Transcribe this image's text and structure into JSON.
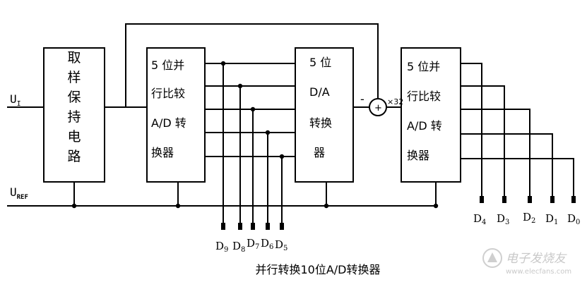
{
  "labels": {
    "ui_main": "U",
    "ui_sub": "I",
    "uref_main": "U",
    "uref_sub": "REF"
  },
  "sample_hold": {
    "chars": [
      "取",
      "样",
      "保",
      "持",
      "电",
      "路"
    ]
  },
  "ad1": {
    "lines": [
      "5 位并",
      "行比较",
      "A/D 转",
      "换器"
    ]
  },
  "dac": {
    "lines": [
      "5 位",
      "D/A",
      "转换",
      "器"
    ]
  },
  "ad2": {
    "lines": [
      "5 位并",
      "行比较",
      "A/D 转",
      "换器"
    ]
  },
  "summer": {
    "minus": "-",
    "plus": "+",
    "gain": "×32"
  },
  "outputs_high": [
    {
      "main": "D",
      "sub": "9"
    },
    {
      "main": "D",
      "sub": "8"
    },
    {
      "main": "D",
      "sub": "7"
    },
    {
      "main": "D",
      "sub": "6"
    },
    {
      "main": "D",
      "sub": "5"
    }
  ],
  "outputs_low": [
    {
      "main": "D",
      "sub": "4"
    },
    {
      "main": "D",
      "sub": "3"
    },
    {
      "main": "D",
      "sub": "2"
    },
    {
      "main": "D",
      "sub": "1"
    },
    {
      "main": "D",
      "sub": "0"
    }
  ],
  "caption": "并行转换10位A/D转换器",
  "watermark": {
    "cn": "电子发烧友",
    "url": "www.elecfans.com"
  }
}
